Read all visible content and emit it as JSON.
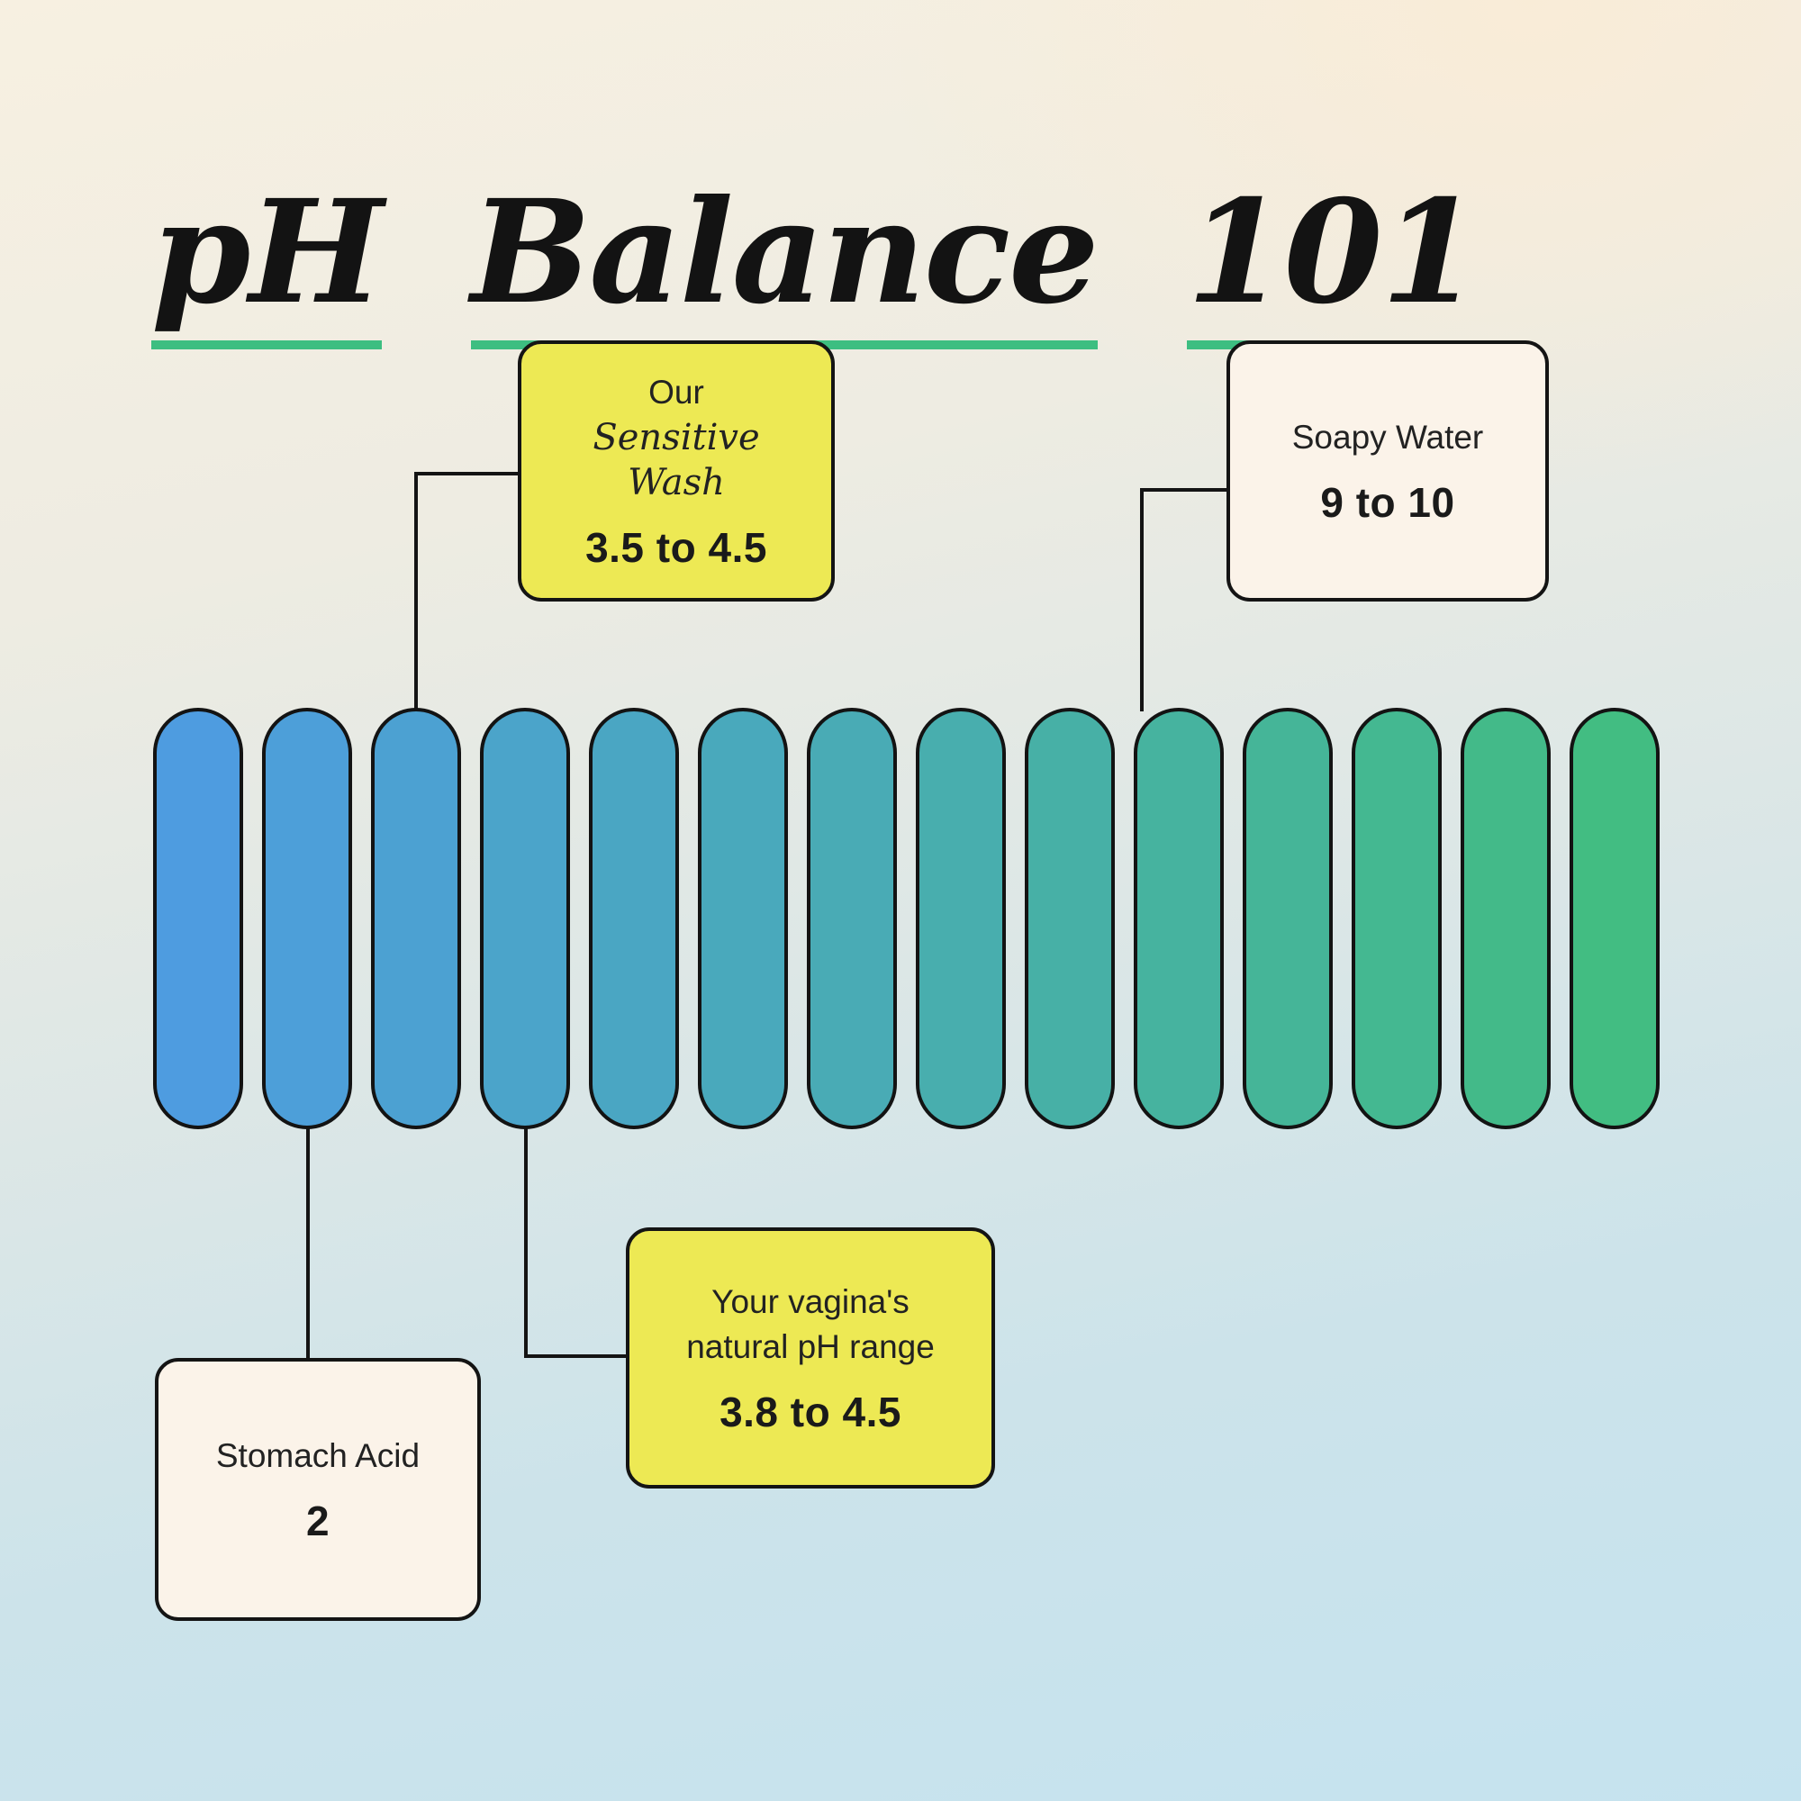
{
  "title": {
    "words": [
      "pH",
      "Balance",
      "101"
    ]
  },
  "ph_scale": {
    "description": "pH gradient scale from acidic (blue) to alkaline (green)",
    "pills": [
      "#4E9CE0",
      "#4D9FD9",
      "#4CA1D2",
      "#4BA4CA",
      "#4AA6C3",
      "#49A9BC",
      "#49ABB5",
      "#48AEAE",
      "#47B0A6",
      "#46B39F",
      "#45B598",
      "#44B891",
      "#43BA89",
      "#42BD82"
    ]
  },
  "callouts": {
    "sensitive_wash": {
      "intro": "Our",
      "name_line1": "Sensitive",
      "name_line2": "Wash",
      "value": "3.5 to 4.5"
    },
    "soapy_water": {
      "label": "Soapy Water",
      "value": "9 to 10"
    },
    "stomach_acid": {
      "label": "Stomach Acid",
      "value": "2"
    },
    "natural_range": {
      "label_line1": "Your vagina's",
      "label_line2": "natural pH range",
      "value": "3.8 to 4.5"
    }
  },
  "colors": {
    "underline": "#3DBE81",
    "yellow_box": "#EDE954",
    "cream_box": "#FBF3E9",
    "line": "#141414"
  }
}
